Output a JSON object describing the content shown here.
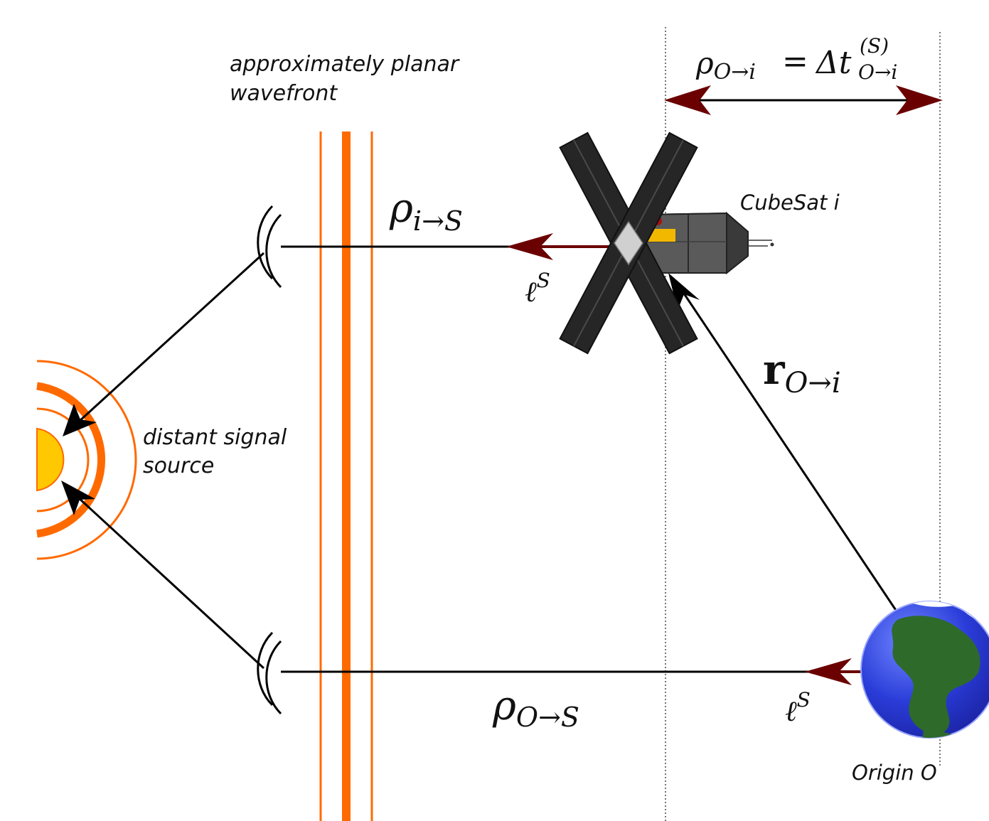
{
  "labels": {
    "wavefront_line1": "approximately planar",
    "wavefront_line2": "wavefront",
    "source_line1": "distant signal",
    "source_line2": "source",
    "cubesat": "CubeSat i",
    "origin": "Origin O"
  },
  "equations": {
    "rho_i_S": {
      "base": "ρ",
      "sub": "i→S"
    },
    "rho_O_S": {
      "base": "ρ",
      "sub": "O→S"
    },
    "r_O_i": {
      "base": "r",
      "sub": "O→i"
    },
    "ell_S": {
      "base": "ℓ",
      "sup": "S"
    },
    "baseline": {
      "lhs_base": "ρ",
      "lhs_sub": "O→i",
      "equals": "=",
      "rhs_base": "Δt",
      "rhs_sup": "(S)",
      "rhs_sub": "O→i"
    }
  },
  "colors": {
    "orange": "#ff6a00",
    "sun": "#ffc800",
    "dark_red": "#6b0000",
    "earth_blue": "#2a3cd8",
    "land_green": "#2e6a2a"
  }
}
